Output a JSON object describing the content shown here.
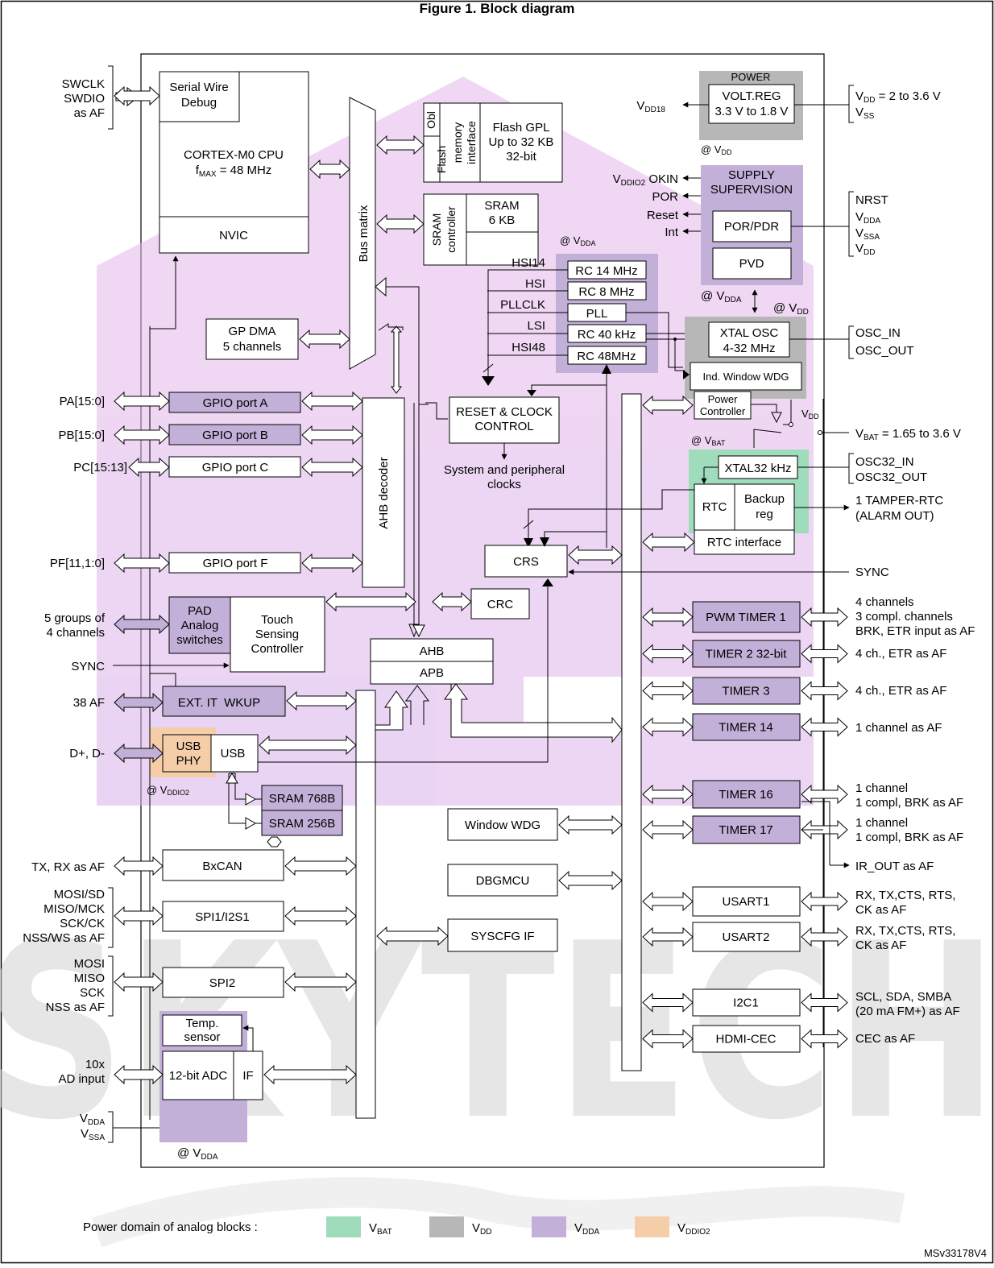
{
  "title": "Figure 1. Block diagram",
  "diagram_ref": "MSv33178V4",
  "cpu": {
    "swd_pins": [
      "SWCLK",
      "SWDIO",
      "as AF"
    ],
    "swd": [
      "Serial Wire",
      "Debug"
    ],
    "core": "CORTEX-M0 CPU",
    "fmax": [
      "f",
      "MAX",
      " = 48 MHz"
    ],
    "nvic": "NVIC"
  },
  "bus_matrix": "Bus matrix",
  "flash": {
    "obl": "Obl",
    "interface": [
      "Flash",
      "memory",
      "interface"
    ],
    "gpl": [
      "Flash GPL",
      "Up to 32 KB",
      "32-bit"
    ]
  },
  "sram": {
    "controller": [
      "SRAM",
      "controller"
    ],
    "label": [
      "SRAM",
      "6 KB"
    ]
  },
  "gpdma": [
    "GP DMA",
    "5 channels"
  ],
  "power": {
    "title": "POWER",
    "reg": [
      "VOLT.REG",
      "3.3 V to 1.8 V"
    ],
    "vdd18": [
      "V",
      "DD18"
    ],
    "vdd_range": [
      "V",
      "DD",
      " = 2 to 3.6 V"
    ],
    "vss": [
      "V",
      "SS"
    ],
    "at_vdd": [
      "@ V",
      "DD"
    ]
  },
  "supervision": {
    "title": [
      "SUPPLY",
      "SUPERVISION"
    ],
    "outputs": [
      "V",
      "DDIO2",
      " OKIN",
      "POR",
      "Reset",
      "Int"
    ],
    "por_pdr": "POR/PDR",
    "pvd": "PVD",
    "pins": [
      "NRST",
      "V",
      "DDA",
      "V",
      "SSA",
      "V",
      "DD"
    ],
    "at_vdda": [
      "@ V",
      "DDA"
    ],
    "at_vdd": [
      "@ V",
      "DD"
    ]
  },
  "clocks": {
    "at_vdda": [
      "@ V",
      "DDA"
    ],
    "sources": [
      "HSI14",
      "HSI",
      "PLLCLK",
      "LSI",
      "HSI48"
    ],
    "oscillators": [
      "RC 14 MHz",
      "RC 8 MHz",
      "PLL",
      "RC 40 kHz",
      "RC 48MHz"
    ],
    "xtal": [
      "XTAL OSC",
      "4-32 MHz"
    ],
    "xtal_pins": [
      "OSC_IN",
      "OSC_OUT"
    ],
    "iwdg": "Ind. Window WDG",
    "pwr_ctrl": [
      "Power",
      "Controller"
    ],
    "vdd_small": [
      "V",
      "DD"
    ],
    "rcc": [
      "RESET & CLOCK",
      "CONTROL"
    ],
    "sys_clocks": [
      "System and peripheral",
      "clocks"
    ]
  },
  "backup": {
    "at_vbat": [
      "@ V",
      "BAT"
    ],
    "vbat_range": [
      "V",
      "BAT",
      " = 1.65 to 3.6 V"
    ],
    "xtal32": "XTAL32 kHz",
    "xtal32_pins": [
      "OSC32_IN",
      "OSC32_OUT"
    ],
    "rtc": "RTC",
    "backup_reg": [
      "Backup",
      "reg"
    ],
    "tamper": [
      "1 TAMPER-RTC",
      "(ALARM OUT)"
    ],
    "rtc_if": "RTC interface"
  },
  "gpio": {
    "ports": [
      "GPIO port A",
      "GPIO port B",
      "GPIO port C",
      "GPIO port F"
    ],
    "pins": [
      "PA[15:0]",
      "PB[15:0]",
      "PC[15:13]",
      "PF[11,1:0]"
    ]
  },
  "ahb_decoder": "AHB decoder",
  "crs": "CRS",
  "sync": "SYNC",
  "touch": {
    "groups": [
      "5 groups of",
      "4 channels"
    ],
    "pad": [
      "PAD",
      "Analog",
      "switches"
    ],
    "tsc": [
      "Touch",
      "Sensing",
      "Controller"
    ],
    "sync": "SYNC"
  },
  "crc": "CRC",
  "ahb": "AHB",
  "apb": "APB",
  "exti": {
    "pin": "38 AF",
    "label": "EXT. IT  WKUP"
  },
  "usb": {
    "pin": "D+, D-",
    "phy": [
      "USB",
      "PHY"
    ],
    "usb": "USB",
    "at_vddio2": [
      "@ V",
      "DDIO2"
    ],
    "sram768": "SRAM 768B",
    "sram256": "SRAM 256B"
  },
  "can": {
    "pin": "TX, RX as AF",
    "label": "BxCAN"
  },
  "spi1": {
    "pins": [
      "MOSI/SD",
      "MISO/MCK",
      "SCK/CK",
      "NSS/WS as AF"
    ],
    "label": "SPI1/I2S1"
  },
  "spi2": {
    "pins": [
      "MOSI",
      "MISO",
      "SCK",
      "NSS as AF"
    ],
    "label": "SPI2"
  },
  "adc": {
    "pins": [
      "10x",
      "AD input"
    ],
    "temp": [
      "Temp.",
      "sensor"
    ],
    "adc": "12-bit ADC",
    "if": "IF",
    "supply": [
      "V",
      "DDA",
      "V",
      "SSA"
    ],
    "at_vdda": [
      "@ V",
      "DDA"
    ]
  },
  "misc_blocks": [
    "Window WDG",
    "DBGMCU",
    "SYSCFG IF"
  ],
  "timers": {
    "labels": [
      "PWM TIMER 1",
      "TIMER 2 32-bit",
      "TIMER 3",
      "TIMER 14",
      "TIMER 16",
      "TIMER 17"
    ],
    "pins": [
      [
        "4 channels",
        "3 compl. channels",
        "BRK, ETR input as AF"
      ],
      [
        "4 ch., ETR as AF"
      ],
      [
        "4 ch., ETR as AF"
      ],
      [
        "1 channel as AF"
      ],
      [
        "1 channel",
        "1 compl, BRK as AF"
      ],
      [
        "1 channel",
        "1 compl, BRK as AF"
      ]
    ],
    "ir_out": "IR_OUT as AF"
  },
  "comms": {
    "labels": [
      "USART1",
      "USART2",
      "I2C1",
      "HDMI-CEC"
    ],
    "pins": [
      [
        "RX, TX,CTS, RTS,",
        "CK as AF"
      ],
      [
        "RX, TX,CTS, RTS,",
        "CK as AF"
      ],
      [
        "SCL, SDA, SMBA",
        "(20 mA FM+) as AF"
      ],
      [
        "CEC as AF"
      ]
    ]
  },
  "legend": {
    "title": "Power domain of analog blocks :",
    "items": [
      {
        "sym": "V",
        "sub": "BAT",
        "color": "#9fdcbb"
      },
      {
        "sym": "V",
        "sub": "DD",
        "color": "#b7b7b7"
      },
      {
        "sym": "V",
        "sub": "DDA",
        "color": "#c2b0d8"
      },
      {
        "sym": "V",
        "sub": "DDIO2",
        "color": "#f5cda8"
      }
    ]
  },
  "domain_colors": {
    "vbat": "#9fdcbb",
    "vdd": "#b7b7b7",
    "vdda": "#c2b0d8",
    "vddio2": "#f5cda8"
  }
}
